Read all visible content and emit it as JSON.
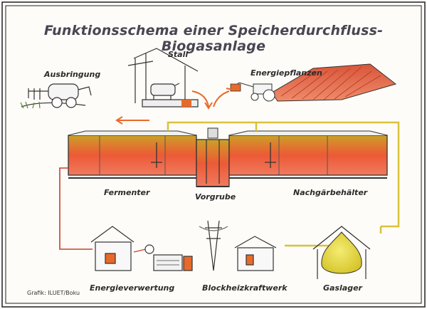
{
  "title": "Funktionsschema einer Speicherdurchfluss-Biogasanlage",
  "labels": {
    "stall": "Stall",
    "ausbringung": "Ausbringung",
    "energiepflanzen": "Energiepflanzen",
    "fermenter": "Fermenter",
    "vorgrube": "Vorgrube",
    "nachgaerbehaelter": "Nachgärbehälter",
    "energieverwertung": "Energieverwertung",
    "blockheizkraftwerk": "Blockheizkraftwerk",
    "gaslager": "Gaslager"
  },
  "credit": "Grafik: ILUET/Boku",
  "colors": {
    "slurry": "#e8502f",
    "gas_line": "#d9c23a",
    "pipe_red": "#c8402a",
    "arrow_orange": "#e86a2a",
    "outline": "#333333"
  }
}
